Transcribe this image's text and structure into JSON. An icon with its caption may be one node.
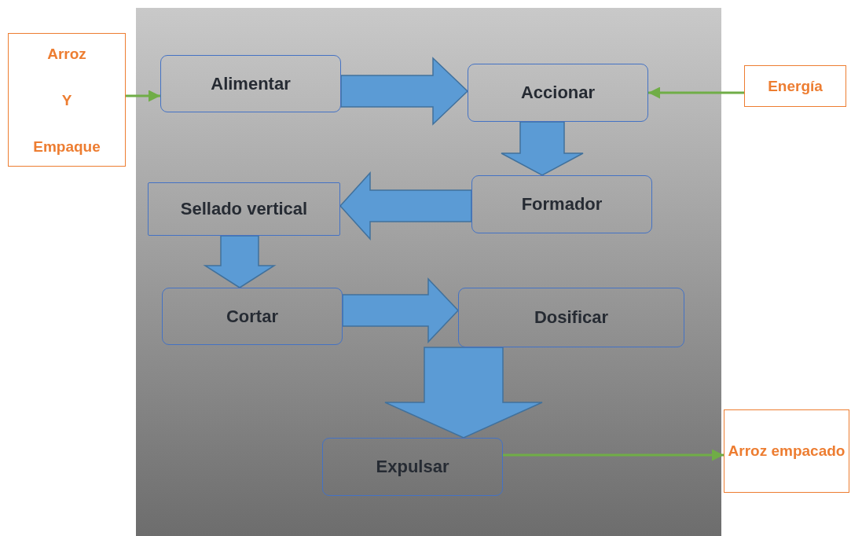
{
  "diagram": {
    "nodes": [
      {
        "text": [
          "Arroz Y Empaque"
        ]
      },
      {
        "text": [
          "Alimentar"
        ]
      },
      {
        "text": [
          "Accionar"
        ]
      },
      {
        "text": [
          "Energía"
        ]
      },
      {
        "text": [
          "Formador"
        ]
      },
      {
        "text": [
          "Sellado vertical"
        ]
      },
      {
        "text": [
          "Cortar"
        ]
      },
      {
        "text": [
          "Dosificar"
        ]
      },
      {
        "text": [
          "Expulsar"
        ]
      },
      {
        "text": [
          "Arroz empacado"
        ]
      }
    ],
    "edges": [
      {
        "from": 0,
        "to": 1,
        "arrow": "to",
        "color": "#70ad47"
      },
      {
        "from": 1,
        "to": 2,
        "arrow": "to",
        "style": "thick"
      },
      {
        "from": 3,
        "to": 2,
        "arrow": "to",
        "color": "#70ad47"
      },
      {
        "from": 2,
        "to": 4,
        "arrow": "to",
        "style": "thick"
      },
      {
        "from": 4,
        "to": 5,
        "arrow": "to",
        "style": "thick"
      },
      {
        "from": 5,
        "to": 6,
        "arrow": "to",
        "style": "thick"
      },
      {
        "from": 6,
        "to": 7,
        "arrow": "to",
        "style": "thick"
      },
      {
        "from": 7,
        "to": 8,
        "arrow": "to",
        "style": "thick"
      },
      {
        "from": 8,
        "to": 9,
        "arrow": "to",
        "color": "#70ad47"
      }
    ]
  }
}
